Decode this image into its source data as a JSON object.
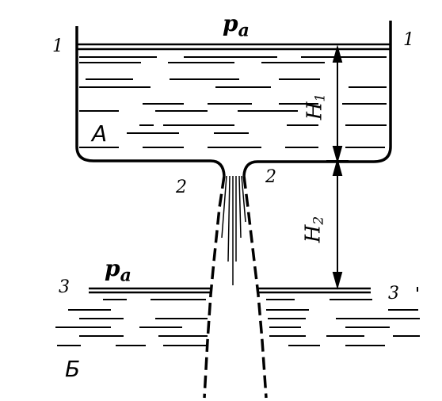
{
  "labels": {
    "pressure_top": "p",
    "pressure_top_sub": "a",
    "pressure_bottom": "p",
    "pressure_bottom_sub": "a",
    "section_1_left": "1",
    "section_1_right": "1",
    "section_2_left": "2",
    "section_2_right": "2",
    "section_3_left": "3",
    "section_3_right": "3",
    "zone_upper": "А",
    "zone_lower": "Б",
    "height_1": "H",
    "height_1_sub": "1",
    "height_2": "H",
    "height_2_sub": "2"
  }
}
